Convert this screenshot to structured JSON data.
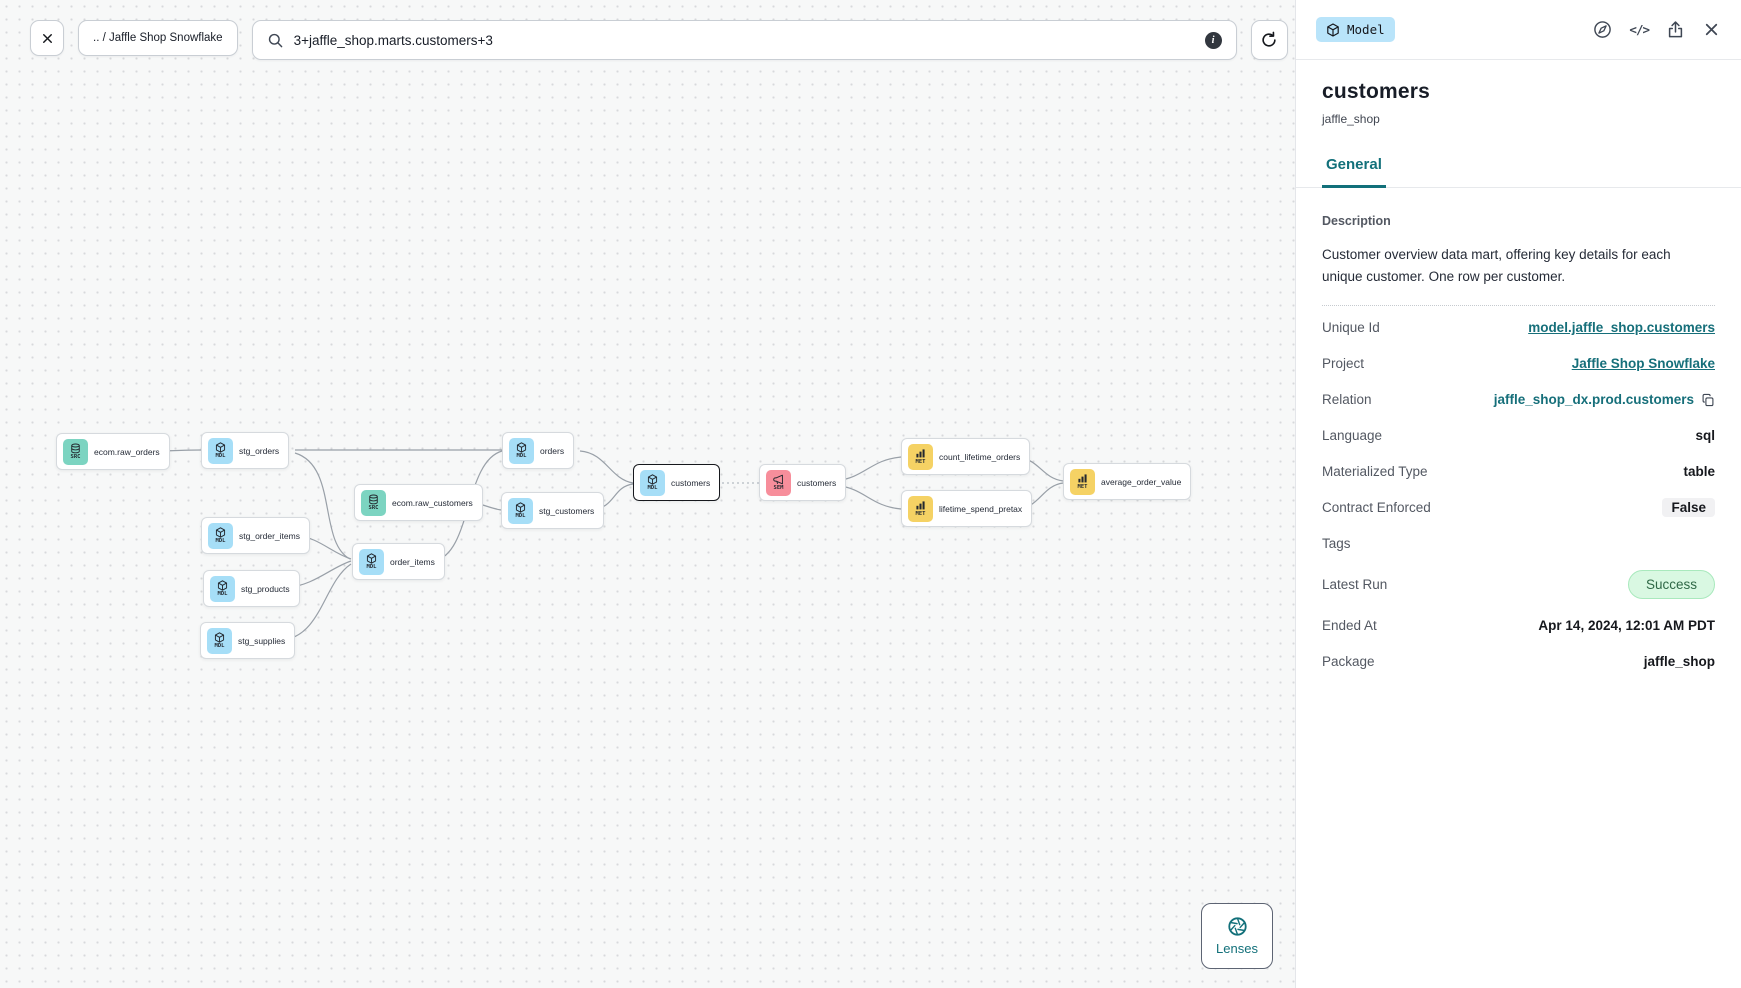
{
  "toolbar": {
    "breadcrumb": ".. / Jaffle Shop Snowflake",
    "search_value": "3+jaffle_shop.marts.customers+3"
  },
  "icons": {
    "info": "i",
    "code": "</>"
  },
  "lenses": {
    "label": "Lenses"
  },
  "graph": {
    "nodes": [
      {
        "label": "ecom.raw_orders",
        "type": "SRC"
      },
      {
        "label": "stg_orders",
        "type": "MDL"
      },
      {
        "label": "ecom.raw_customers",
        "type": "SRC"
      },
      {
        "label": "stg_order_items",
        "type": "MDL"
      },
      {
        "label": "stg_products",
        "type": "MDL"
      },
      {
        "label": "stg_supplies",
        "type": "MDL"
      },
      {
        "label": "order_items",
        "type": "MDL"
      },
      {
        "label": "orders",
        "type": "MDL"
      },
      {
        "label": "stg_customers",
        "type": "MDL"
      },
      {
        "label": "customers",
        "type": "MDL",
        "selected": true
      },
      {
        "label": "customers",
        "type": "SEM"
      },
      {
        "label": "count_lifetime_orders",
        "type": "MET"
      },
      {
        "label": "lifetime_spend_pretax",
        "type": "MET"
      },
      {
        "label": "average_order_value",
        "type": "MET"
      }
    ]
  },
  "panel": {
    "badge": "Model",
    "title": "customers",
    "subtitle": "jaffle_shop",
    "tab": "General",
    "description_label": "Description",
    "description": "Customer overview data mart, offering key details for each unique customer. One row per customer.",
    "fields": [
      {
        "label": "Unique Id",
        "value": "model.jaffle_shop.customers"
      },
      {
        "label": "Project",
        "value": "Jaffle Shop Snowflake"
      },
      {
        "label": "Relation",
        "value": "jaffle_shop_dx.prod.customers"
      },
      {
        "label": "Language",
        "value": "sql"
      },
      {
        "label": "Materialized Type",
        "value": "table"
      },
      {
        "label": "Contract Enforced",
        "value": "False"
      },
      {
        "label": "Tags",
        "value": ""
      },
      {
        "label": "Latest Run",
        "value": "Success"
      },
      {
        "label": "Ended At",
        "value": "Apr 14, 2024, 12:01 AM PDT"
      },
      {
        "label": "Package",
        "value": "jaffle_shop"
      }
    ]
  },
  "colors": {
    "accent_teal": "#12707a",
    "model_badge_blue": "#b9e4fa",
    "source_icon": "#7cd4c1",
    "model_icon": "#a6def7",
    "semantic_icon": "#f78e9b",
    "metric_icon": "#f5d264",
    "success_bg": "#d9f8e2",
    "success_text": "#2f6846"
  }
}
